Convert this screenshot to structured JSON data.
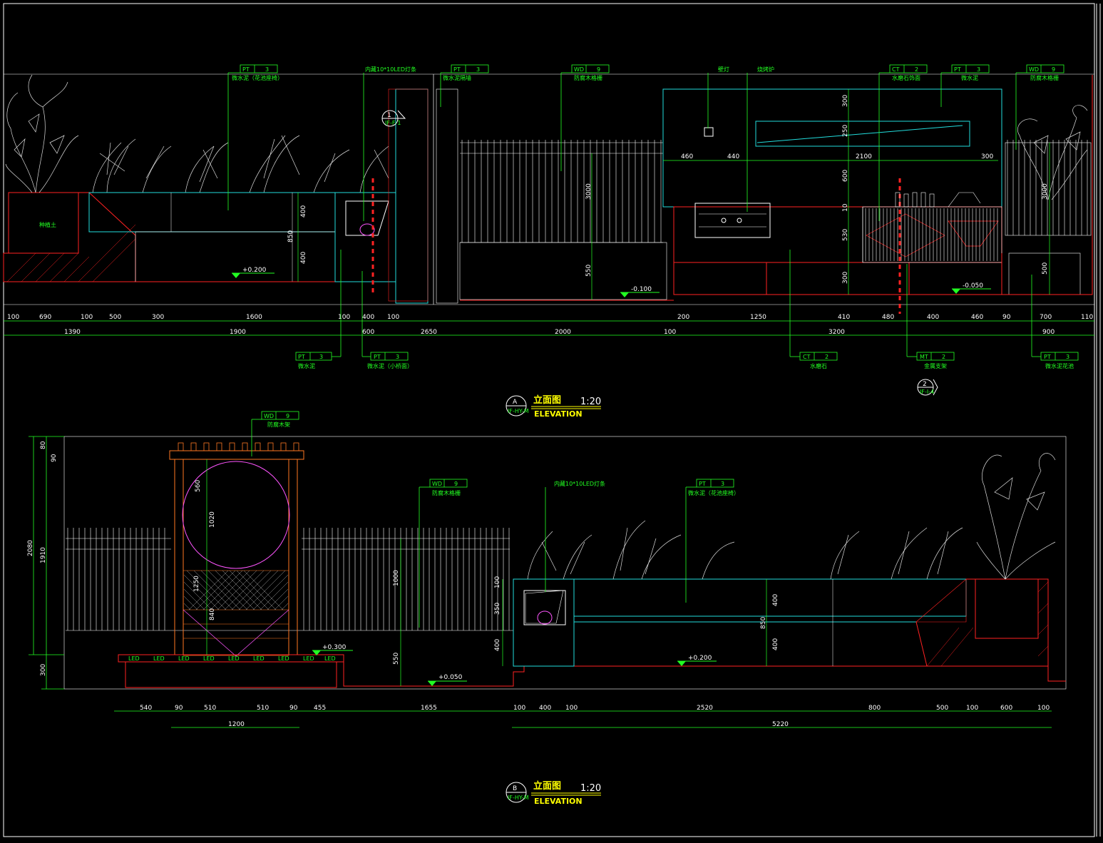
{
  "colors": {
    "background": "#000000",
    "dimension": "#22ff22",
    "outline": "#ffffff",
    "cyan": "#22dddd",
    "red": "#ff2222",
    "yellow": "#ffff00",
    "magenta": "#ff55ff",
    "orange": "#ff7722"
  },
  "elevationA": {
    "marker": "A",
    "marker_sub": "IF-HY-M",
    "title_cn": "立面图",
    "scale": "1:20",
    "title_en": "ELEVATION",
    "levels": [
      "+0.200",
      "-0.100",
      "-0.050"
    ],
    "planter_label": "种植土",
    "dims_row1": [
      "100",
      "690",
      "100",
      "500",
      "300",
      "1600",
      "100",
      "400",
      "100",
      "200",
      "1250",
      "410",
      "480",
      "400",
      "460",
      "90",
      "700",
      "110"
    ],
    "dims_row2": [
      "1390",
      "1900",
      "600",
      "2650",
      "2000",
      "100",
      "3200",
      "900"
    ],
    "vertical_dims": [
      "400",
      "850",
      "400",
      "3000",
      "550",
      "300",
      "250",
      "600",
      "10",
      "530",
      "300",
      "3000",
      "500"
    ],
    "horizontal_dims": [
      "460",
      "440",
      "2100",
      "300"
    ],
    "callouts_top": [
      {
        "code": "PT",
        "num": "3",
        "text": "微水泥（花池座椅）"
      },
      {
        "code": "",
        "num": "",
        "text": "内藏10*10LED灯条"
      },
      {
        "code": "PT",
        "num": "3",
        "text": "微水泥隔墙"
      },
      {
        "code": "WD",
        "num": "9",
        "text": "防腐木格栅"
      },
      {
        "code": "",
        "num": "",
        "text": "壁灯"
      },
      {
        "code": "",
        "num": "",
        "text": "烧烤炉"
      },
      {
        "code": "CT",
        "num": "2",
        "text": "水磨石饰面"
      },
      {
        "code": "PT",
        "num": "3",
        "text": "微水泥"
      },
      {
        "code": "WD",
        "num": "9",
        "text": "防腐木格栅"
      }
    ],
    "callouts_bottom": [
      {
        "code": "PT",
        "num": "3",
        "text": "微水泥"
      },
      {
        "code": "PT",
        "num": "3",
        "text": "微水泥（小桥面）"
      },
      {
        "code": "CT",
        "num": "2",
        "text": "水磨石"
      },
      {
        "code": "MT",
        "num": "2",
        "text": "金属支架"
      },
      {
        "code": "PT",
        "num": "3",
        "text": "微水泥花池"
      }
    ],
    "section_marks": [
      {
        "num": "1",
        "sub": "IF-F-1"
      },
      {
        "num": "2",
        "sub": "IF-I-4"
      }
    ]
  },
  "elevationB": {
    "marker": "B",
    "marker_sub": "IF-HY-M",
    "title_cn": "立面图",
    "scale": "1:20",
    "title_en": "ELEVATION",
    "levels": [
      "+0.300",
      "+0.050",
      "+0.200"
    ],
    "led_label": "LED",
    "dims_row1": [
      "540",
      "90",
      "510",
      "510",
      "90",
      "455",
      "1655",
      "100",
      "400",
      "100",
      "2520",
      "800",
      "500",
      "100",
      "600",
      "100"
    ],
    "dims_row2": [
      "1200",
      "5220"
    ],
    "left_vertical_dims": [
      "80",
      "90",
      "2080",
      "1910",
      "300"
    ],
    "inner_vertical_dims": [
      "560",
      "1020",
      "1250",
      "840",
      "1000",
      "550",
      "100",
      "350",
      "400",
      "850",
      "400",
      "400"
    ],
    "callouts": [
      {
        "code": "WD",
        "num": "9",
        "text": "防腐木架"
      },
      {
        "code": "WD",
        "num": "9",
        "text": "防腐木格栅"
      },
      {
        "code": "",
        "num": "",
        "text": "内藏10*10LED灯条"
      },
      {
        "code": "PT",
        "num": "3",
        "text": "微水泥（花池座椅）"
      }
    ]
  }
}
